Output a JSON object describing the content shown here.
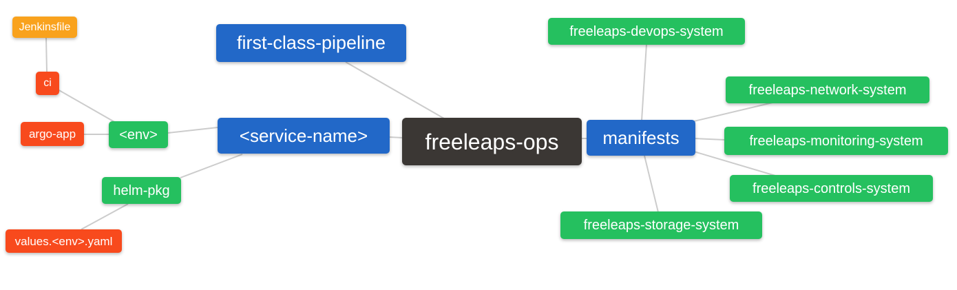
{
  "app": {
    "type": "mindmap-diagram",
    "background": "#ffffff"
  },
  "colors": {
    "blue": "#2268c8",
    "green": "#25c05f",
    "red": "#f84a1d",
    "orange": "#f9a21d",
    "dark": "#3b3734",
    "connector": "#cccccc",
    "node_text": "#ffffff"
  },
  "mindmap": {
    "root_id": "freeleaps_ops",
    "nodes": {
      "jenkinsfile": {
        "label": "Jenkinsfile",
        "color": "orange"
      },
      "ci": {
        "label": "ci",
        "color": "red"
      },
      "argo_app": {
        "label": "argo-app",
        "color": "red"
      },
      "env": {
        "label": "<env>",
        "color": "green"
      },
      "helm_pkg": {
        "label": "helm-pkg",
        "color": "green"
      },
      "values_env_yaml": {
        "label": "values.<env>.yaml",
        "color": "red"
      },
      "service_name": {
        "label": "<service-name>",
        "color": "blue"
      },
      "first_class_pipeline": {
        "label": "first-class-pipeline",
        "color": "blue"
      },
      "freeleaps_ops": {
        "label": "freeleaps-ops",
        "color": "dark"
      },
      "manifests": {
        "label": "manifests",
        "color": "blue"
      },
      "devops_system": {
        "label": "freeleaps-devops-system",
        "color": "green"
      },
      "network_system": {
        "label": "freeleaps-network-system",
        "color": "green"
      },
      "monitoring_system": {
        "label": "freeleaps-monitoring-system",
        "color": "green"
      },
      "controls_system": {
        "label": "freeleaps-controls-system",
        "color": "green"
      },
      "storage_system": {
        "label": "freeleaps-storage-system",
        "color": "green"
      }
    },
    "edges": [
      [
        "Jenkinsfile",
        "ci"
      ],
      [
        "ci",
        "<env>"
      ],
      [
        "argo-app",
        "<env>"
      ],
      [
        "<env>",
        "<service-name>"
      ],
      [
        "helm-pkg",
        "<service-name>"
      ],
      [
        "values.<env>.yaml",
        "helm-pkg"
      ],
      [
        "<service-name>",
        "freeleaps-ops"
      ],
      [
        "first-class-pipeline",
        "freeleaps-ops"
      ],
      [
        "freeleaps-ops",
        "manifests"
      ],
      [
        "manifests",
        "freeleaps-devops-system"
      ],
      [
        "manifests",
        "freeleaps-network-system"
      ],
      [
        "manifests",
        "freeleaps-monitoring-system"
      ],
      [
        "manifests",
        "freeleaps-controls-system"
      ],
      [
        "manifests",
        "freeleaps-storage-system"
      ]
    ]
  }
}
